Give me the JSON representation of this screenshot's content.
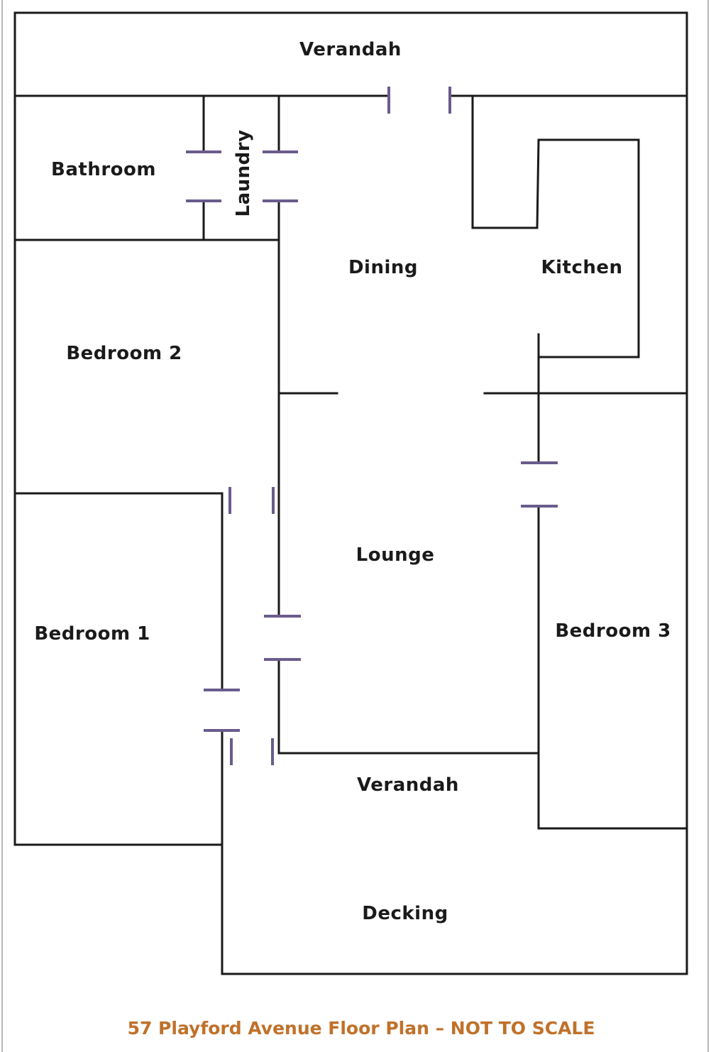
{
  "rooms": {
    "verandah_top": "Verandah",
    "bathroom": "Bathroom",
    "laundry": "Laundry",
    "dining": "Dining",
    "kitchen": "Kitchen",
    "bedroom2": "Bedroom 2",
    "lounge": "Lounge",
    "bedroom1": "Bedroom 1",
    "bedroom3": "Bedroom 3",
    "verandah_bottom": "Verandah",
    "decking": "Decking"
  },
  "caption": "57 Playford Avenue Floor Plan – NOT TO SCALE",
  "colors": {
    "walls": "#1a1a1a",
    "doors": "#6a5b8c",
    "caption": "#c0712a"
  }
}
